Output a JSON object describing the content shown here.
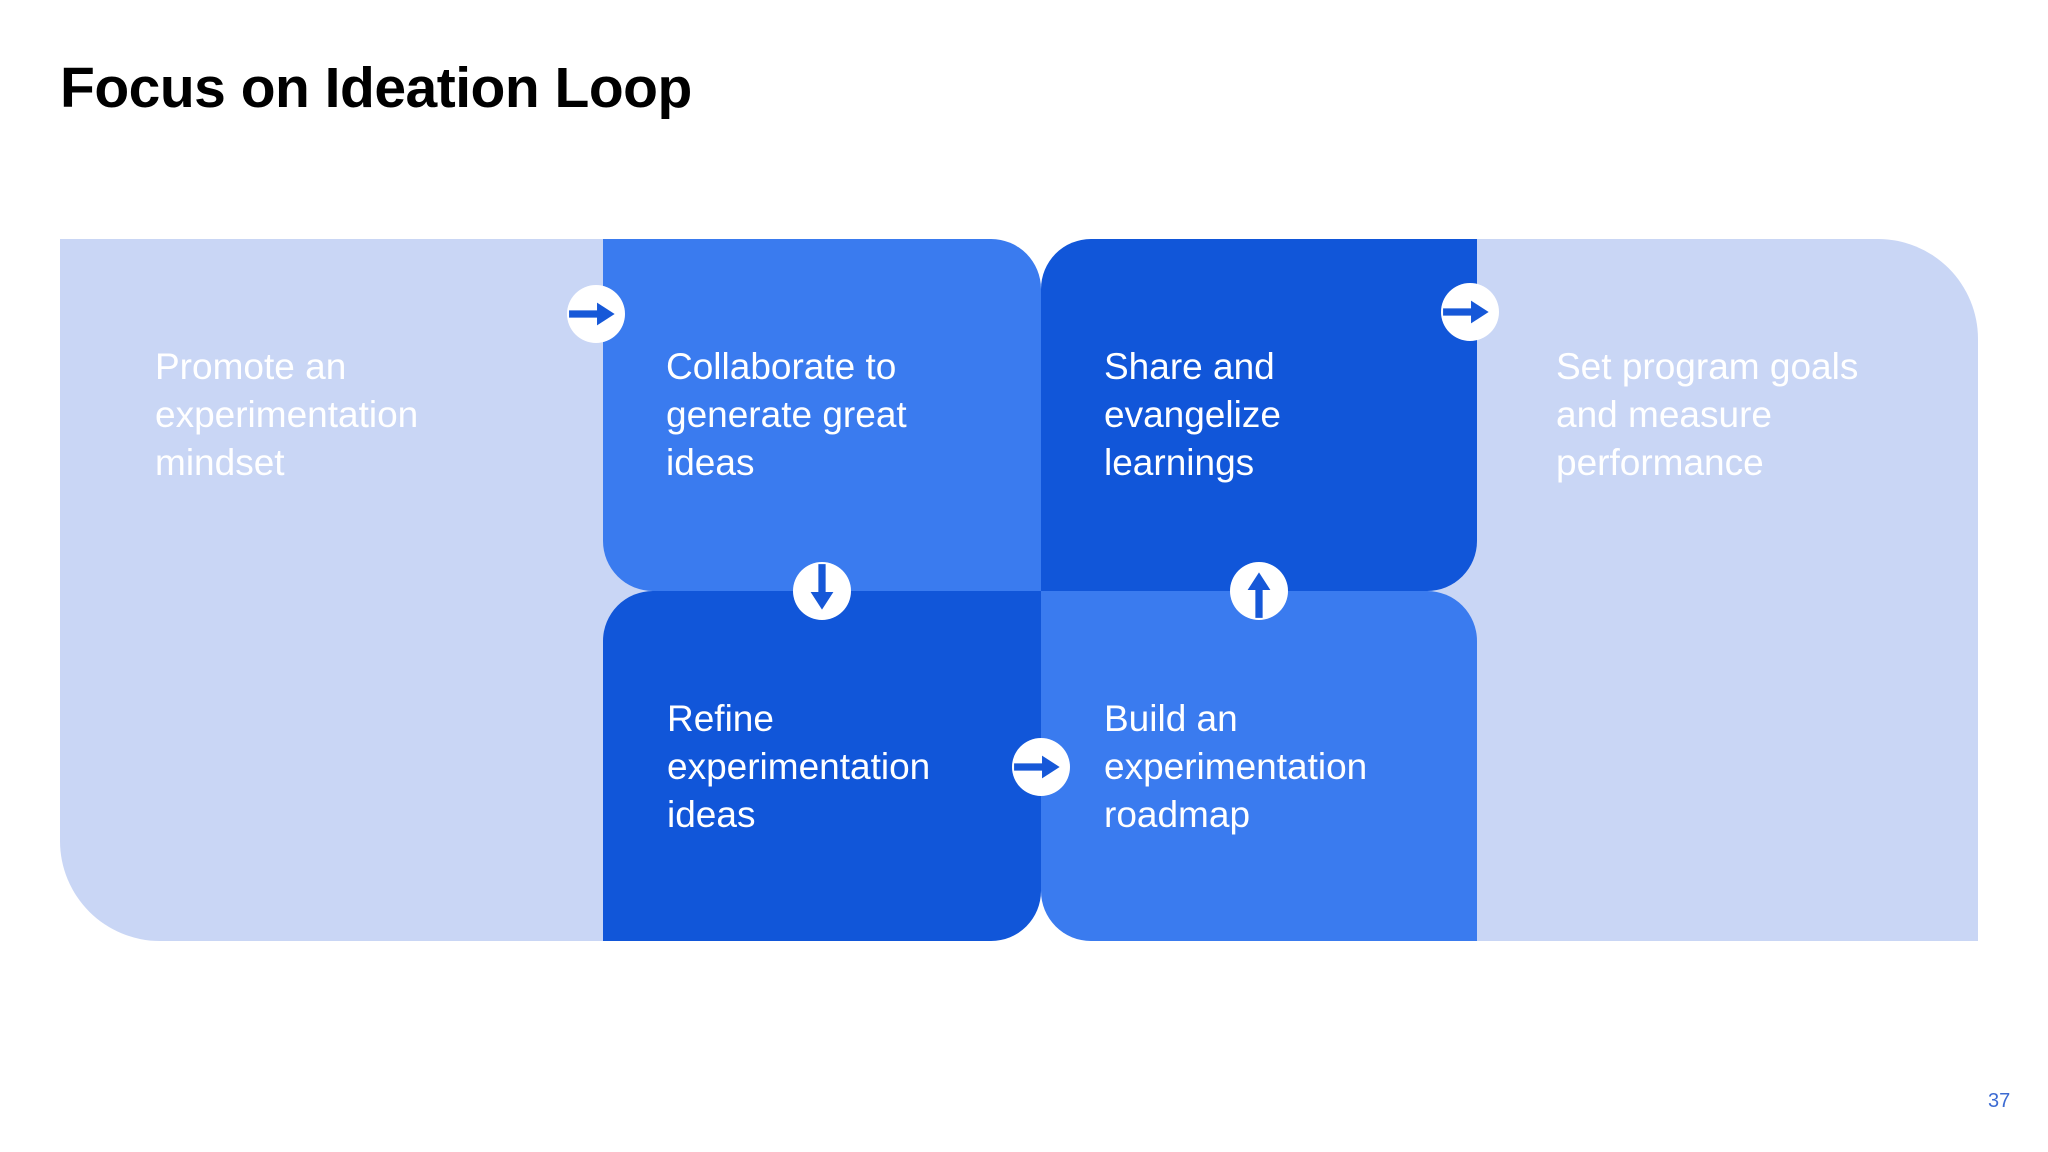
{
  "slide": {
    "title": "Focus on Ideation Loop",
    "page_number": "37"
  },
  "colors": {
    "background": "#ffffff",
    "title_text": "#000000",
    "tile_light": "#C9D6F5",
    "tile_medium": "#3A7BEF",
    "tile_dark": "#1156D9",
    "label_text": "#FFFFFF",
    "arrow_circle": "#FFFFFF",
    "arrow": "#1658D8",
    "page_number": "#3D6BD2"
  },
  "diagram": {
    "name": "Ideation Loop",
    "steps": [
      {
        "id": "promote-mindset",
        "label": "Promote an\nexperimentation\nmindset",
        "tone": "light"
      },
      {
        "id": "collaborate-ideas",
        "label": "Collaborate to\ngenerate great\nideas",
        "tone": "medium"
      },
      {
        "id": "share-learnings",
        "label": "Share and\nevangelize\nlearnings",
        "tone": "dark"
      },
      {
        "id": "set-program-goals",
        "label": "Set program goals\nand measure\nperformance",
        "tone": "light"
      },
      {
        "id": "refine-ideas",
        "label": "Refine\nexperimentation\nideas",
        "tone": "dark"
      },
      {
        "id": "build-roadmap",
        "label": "Build an\nexperimentation\nroadmap",
        "tone": "medium"
      }
    ],
    "connectors": [
      {
        "direction": "right",
        "from": "promote-mindset",
        "to": "collaborate-ideas"
      },
      {
        "direction": "right",
        "from": "share-learnings",
        "to": "set-program-goals"
      },
      {
        "direction": "down",
        "from": "collaborate-ideas",
        "to": "refine-ideas"
      },
      {
        "direction": "up",
        "from": "build-roadmap",
        "to": "share-learnings"
      },
      {
        "direction": "right",
        "from": "refine-ideas",
        "to": "build-roadmap"
      }
    ]
  }
}
